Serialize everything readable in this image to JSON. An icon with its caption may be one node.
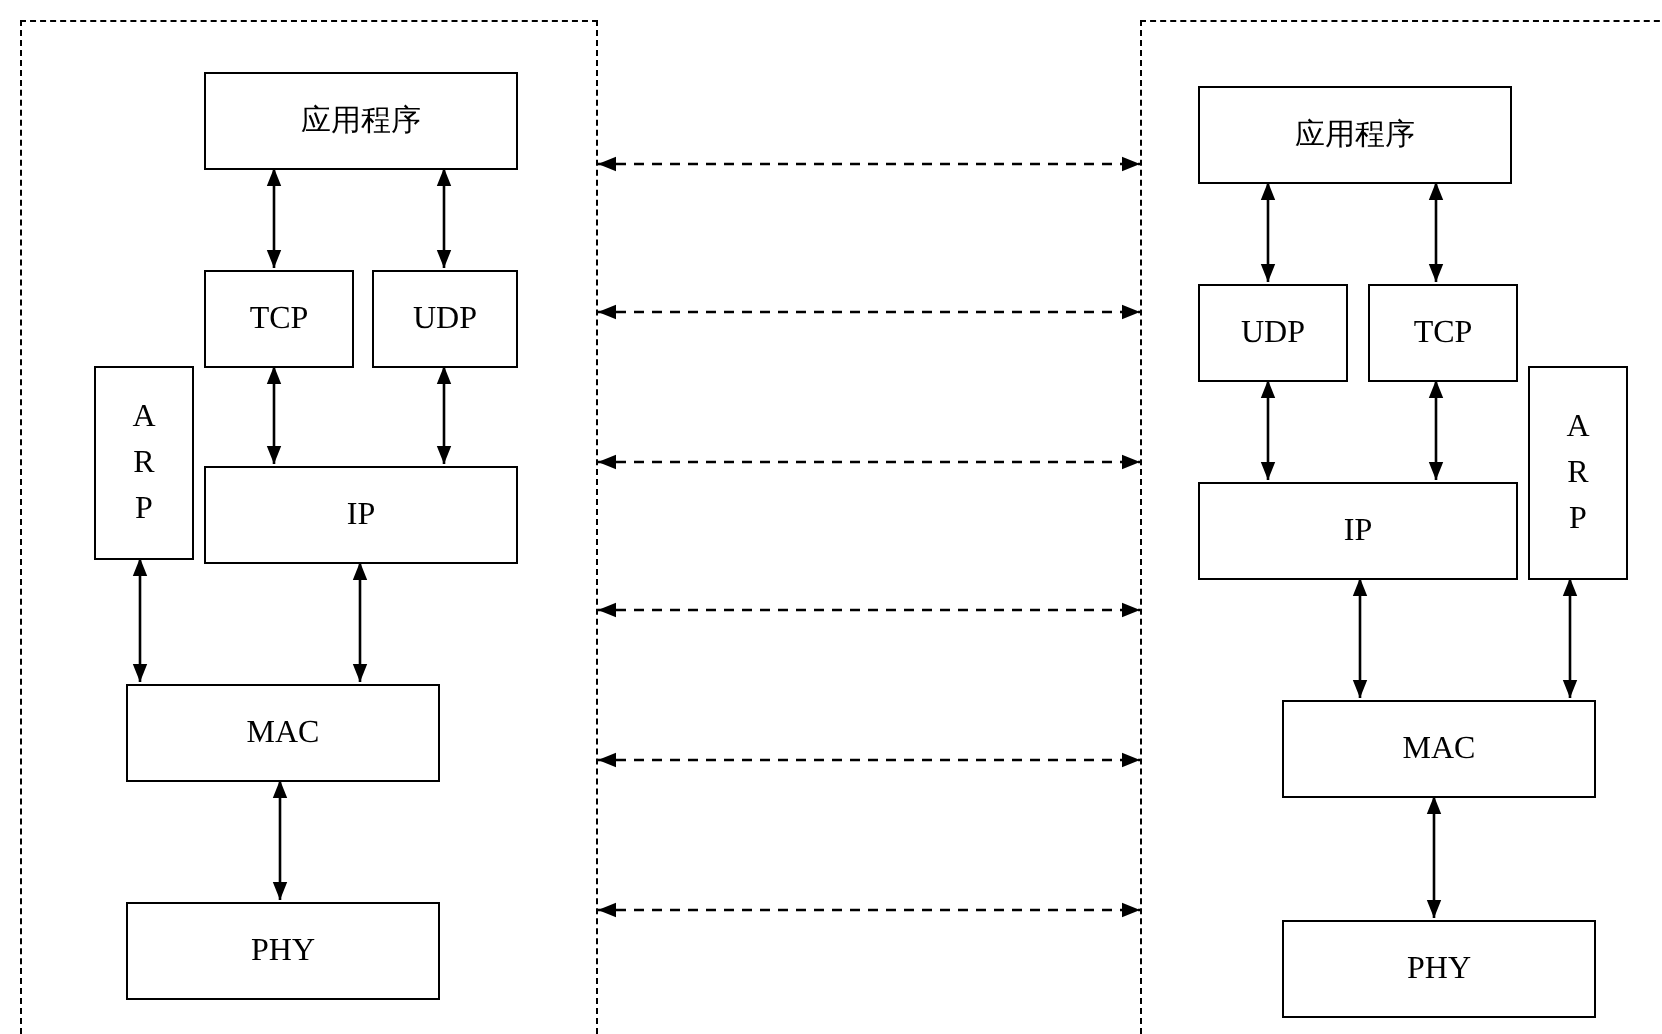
{
  "diagram": {
    "nodes": [
      {
        "text": [],
        "shape": "box"
      },
      {
        "text": [
          "应用程序"
        ],
        "in": 0
      },
      {
        "text": [
          "TCP"
        ],
        "in": 0
      },
      {
        "text": [
          "UDP"
        ],
        "in": 0
      },
      {
        "text": [
          "ARP"
        ],
        "in": 0
      },
      {
        "text": [
          "IP"
        ],
        "in": 0
      },
      {
        "text": [
          "MAC"
        ],
        "in": 0
      },
      {
        "text": [
          "PHY"
        ],
        "in": 0
      },
      {
        "text": [],
        "shape": "box"
      },
      {
        "text": [
          "应用程序"
        ],
        "in": 8
      },
      {
        "text": [
          "UDP"
        ],
        "in": 8
      },
      {
        "text": [
          "TCP"
        ],
        "in": 8
      },
      {
        "text": [
          "IP"
        ],
        "in": 8
      },
      {
        "text": [
          "ARP"
        ],
        "in": 8
      },
      {
        "text": [
          "MAC"
        ],
        "in": 8
      },
      {
        "text": [
          "PHY"
        ],
        "in": 8
      }
    ],
    "edges": [
      {
        "from": 1,
        "to": 2,
        "arrow": "both"
      },
      {
        "from": 1,
        "to": 3,
        "arrow": "both"
      },
      {
        "from": 2,
        "to": 5,
        "arrow": "both"
      },
      {
        "from": 3,
        "to": 5,
        "arrow": "both"
      },
      {
        "from": 4,
        "to": 6,
        "arrow": "both"
      },
      {
        "from": 5,
        "to": 6,
        "arrow": "both"
      },
      {
        "from": 6,
        "to": 7,
        "arrow": "both"
      },
      {
        "from": 9,
        "to": 10,
        "arrow": "both"
      },
      {
        "from": 9,
        "to": 11,
        "arrow": "both"
      },
      {
        "from": 10,
        "to": 12,
        "arrow": "both"
      },
      {
        "from": 11,
        "to": 12,
        "arrow": "both"
      },
      {
        "from": 12,
        "to": 14,
        "arrow": "both"
      },
      {
        "from": 13,
        "to": 14,
        "arrow": "both"
      },
      {
        "from": 14,
        "to": 15,
        "arrow": "both"
      },
      {
        "from": 0,
        "to": 8,
        "arrow": "both",
        "style": "dashed"
      },
      {
        "from": 0,
        "to": 8,
        "arrow": "both",
        "style": "dashed"
      },
      {
        "from": 0,
        "to": 8,
        "arrow": "both",
        "style": "dashed"
      },
      {
        "from": 0,
        "to": 8,
        "arrow": "both",
        "style": "dashed"
      },
      {
        "from": 0,
        "to": 8,
        "arrow": "both",
        "style": "dashed"
      },
      {
        "from": 0,
        "to": 8,
        "arrow": "both",
        "style": "dashed"
      }
    ]
  }
}
